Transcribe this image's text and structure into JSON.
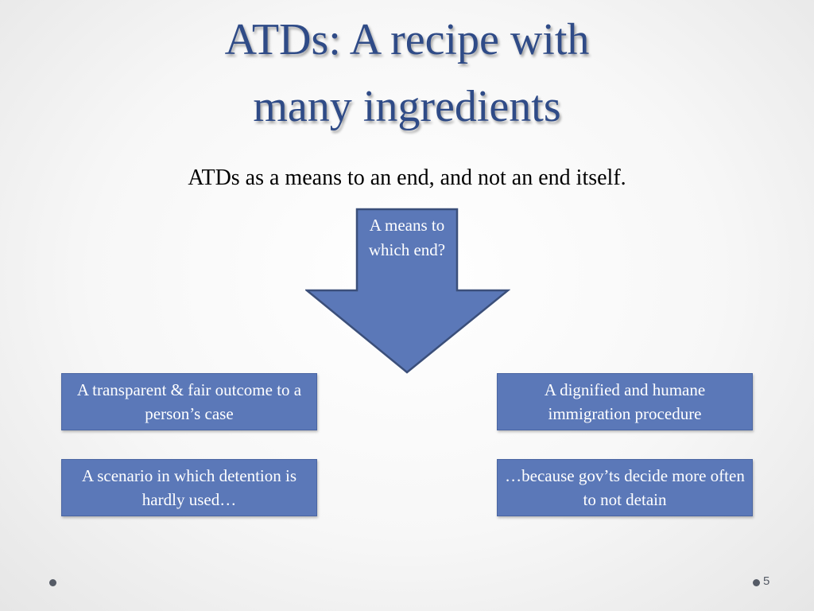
{
  "slide": {
    "title_line1": "ATDs: A recipe with",
    "title_line2": "many ingredients",
    "subtitle": "ATDs as a means to an end, and not an end itself.",
    "page_number": "5"
  },
  "diagram": {
    "arrow_text": "A means to which end?",
    "boxes": {
      "top_left": "A transparent & fair outcome to a person’s case",
      "top_right": "A dignified and humane immigration procedure",
      "bottom_left": "A scenario in which detention is hardly used…",
      "bottom_right": "…because gov’ts decide more often to not detain"
    }
  },
  "colors": {
    "title": "#2f4b87",
    "box_fill": "#5b78b8",
    "box_border": "#4a65a2",
    "arrow_fill": "#5b78b8",
    "arrow_stroke": "#3b4f7a"
  }
}
